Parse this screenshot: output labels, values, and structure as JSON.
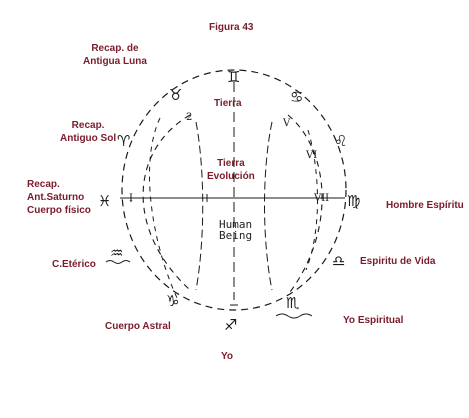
{
  "diagram": {
    "title": "Figura 43",
    "labels": {
      "recap_luna": [
        "Recap. de",
        "Antigua Luna"
      ],
      "recap_sol": [
        "Recap.",
        "Antiguo Sol"
      ],
      "recap_saturno": [
        "Recap.",
        "Ant.Saturno",
        "Cuerpo físico"
      ],
      "c_eterico": "C.Etérico",
      "cuerpo_astral": "Cuerpo Astral",
      "yo": "Yo",
      "tierra": "Tierra",
      "tierra_evolucion": [
        "Tierra",
        "Evolución"
      ],
      "hombre_espiritu": "Hombre Espíritu",
      "espiritu_vida": "Espiritu de Vida",
      "yo_espiritual": "Yo Espiritual"
    },
    "handwritten": {
      "human_being": [
        "Human",
        "Being"
      ],
      "numerals": {
        "five": "V",
        "six": "VI",
        "seven": "VII",
        "one": "I",
        "two": "2"
      },
      "zodiac": {
        "gemini": "♊",
        "taurus": "♉",
        "cancer": "♋",
        "leo": "♌",
        "aries": "♈",
        "virgo": "♍",
        "pisces": "♓",
        "libra": "♎",
        "aquarius": "♒",
        "capricorn": "♑",
        "scorpio": "♏",
        "sagittarius": "♐"
      }
    },
    "colors": {
      "label": "#7b1b2b",
      "ink": "#1a1a1a"
    }
  }
}
